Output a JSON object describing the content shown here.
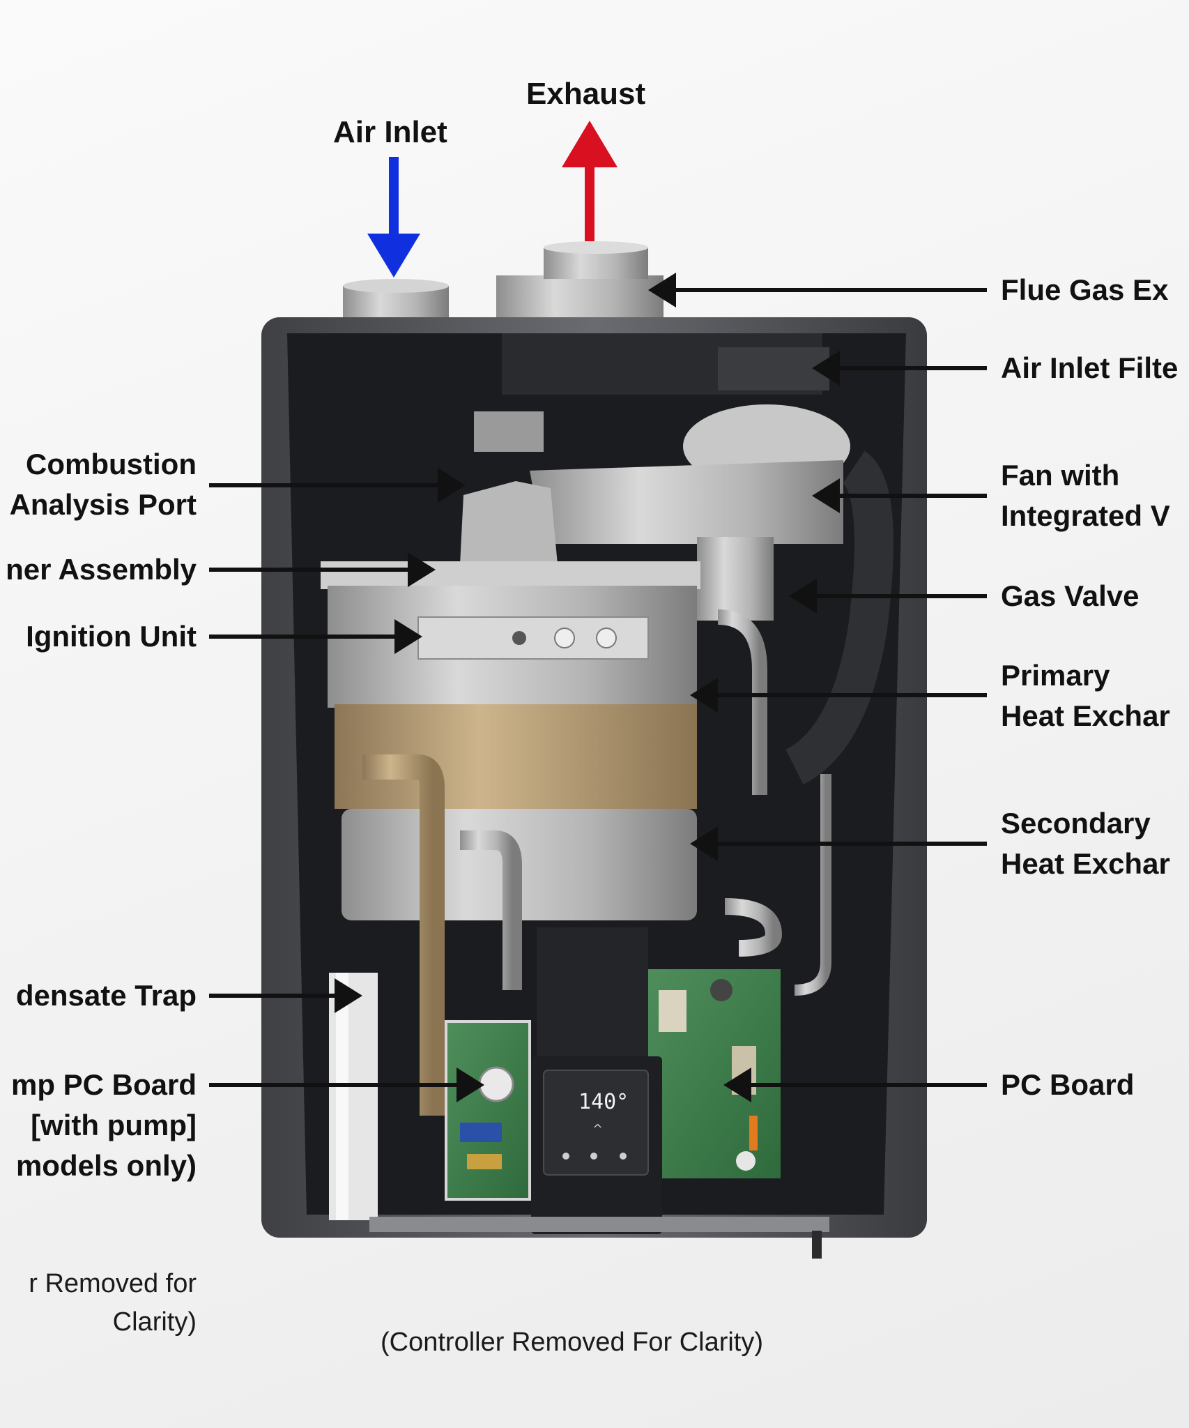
{
  "diagram": {
    "top_labels": {
      "air_inlet": "Air Inlet",
      "exhaust": "Exhaust"
    },
    "left_labels": [
      {
        "id": "combustion-analysis-port",
        "lines": [
          "Combustion",
          "Analysis Port"
        ]
      },
      {
        "id": "burner-assembly",
        "lines": [
          "ner Assembly"
        ]
      },
      {
        "id": "ignition-unit",
        "lines": [
          "Ignition Unit"
        ]
      },
      {
        "id": "condensate-trap",
        "lines": [
          "densate Trap"
        ]
      },
      {
        "id": "pump-pc-board",
        "lines": [
          "mp PC Board",
          "[with pump]",
          "models only)"
        ]
      }
    ],
    "right_labels": [
      {
        "id": "flue-gas-exhaust",
        "lines": [
          "Flue Gas Ex"
        ]
      },
      {
        "id": "air-inlet-filter",
        "lines": [
          "Air Inlet Filte"
        ]
      },
      {
        "id": "fan-integrated-venturi",
        "lines": [
          "Fan with",
          "Integrated V"
        ]
      },
      {
        "id": "gas-valve",
        "lines": [
          "Gas Valve"
        ]
      },
      {
        "id": "primary-heat-exchanger",
        "lines": [
          "Primary",
          "Heat Exchar"
        ]
      },
      {
        "id": "secondary-heat-exchanger",
        "lines": [
          "Secondary",
          "Heat Exchar"
        ]
      },
      {
        "id": "pc-board",
        "lines": [
          "PC Board"
        ]
      }
    ],
    "notes": {
      "left_note": [
        "r Removed for",
        "Clarity)"
      ],
      "bottom_note": "(Controller Removed For Clarity)"
    },
    "display_readout": "140°",
    "colors": {
      "air_inlet_arrow": "#1030e0",
      "exhaust_arrow": "#d81020",
      "casing": "#5a5a5e",
      "interior": "#1b1c1f",
      "metal": "#bdbdbd",
      "copper": "#b89a70",
      "pcb": "#3c7a4a",
      "callout": "#111111"
    }
  }
}
